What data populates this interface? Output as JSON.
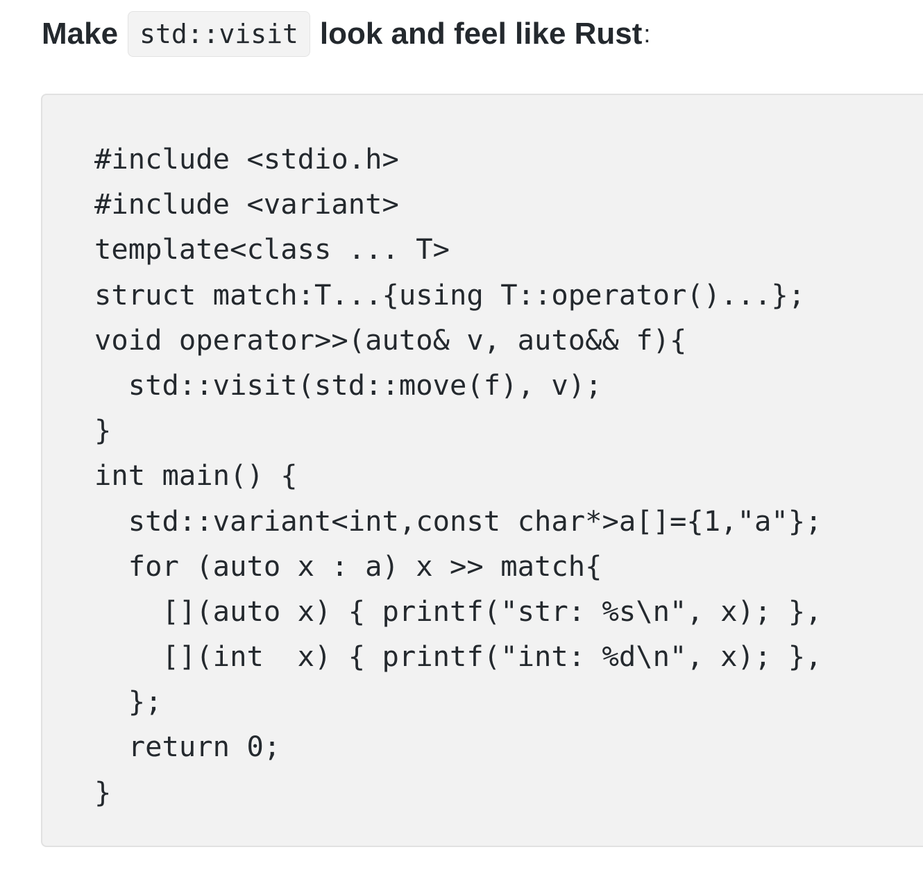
{
  "heading": {
    "before": "Make",
    "inline_code": "std::visit",
    "after": "look and feel like Rust",
    "colon": ":"
  },
  "code_lines": [
    "#include <stdio.h>",
    "#include <variant>",
    "template<class ... T>",
    "struct match:T...{using T::operator()...};",
    "void operator>>(auto& v, auto&& f){",
    "  std::visit(std::move(f), v);",
    "}",
    "int main() {",
    "  std::variant<int,const char*>a[]={1,\"a\"};",
    "  for (auto x : a) x >> match{",
    "    [](auto x) { printf(\"str: %s\\n\", x); },",
    "    [](int  x) { printf(\"int: %d\\n\", x); },",
    "  };",
    "  return 0;",
    "}"
  ]
}
